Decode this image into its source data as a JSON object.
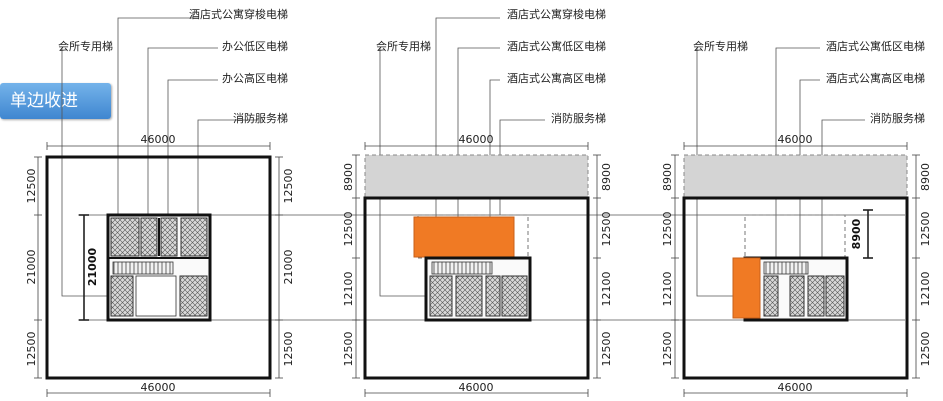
{
  "badge": "单边收进",
  "colors": {
    "highlight": "#f07a24",
    "annex": "#d4d4d4",
    "badge": "#4a90d9"
  },
  "plans": [
    {
      "labels": [
        "酒店式公寓穿梭电梯",
        "办公低区电梯",
        "办公高区电梯",
        "消防服务梯"
      ],
      "left_label": "会所专用梯",
      "width_top": "46000",
      "width_bottom": "46000",
      "left_dims": [
        "12500",
        "21000",
        "12500"
      ],
      "right_dims": [
        "12500",
        "21000",
        "12500"
      ],
      "core_dim": "21000"
    },
    {
      "labels": [
        "酒店式公寓穿梭电梯",
        "酒店式公寓低区电梯",
        "酒店式公寓高区电梯",
        "消防服务梯"
      ],
      "left_label": "会所专用梯",
      "width_top": "46000",
      "width_bottom": "46000",
      "left_dims": [
        "8900",
        "12500",
        "12100",
        "12500"
      ],
      "right_dims": [
        "8900",
        "12500",
        "12100",
        "12500"
      ]
    },
    {
      "labels": [
        "酒店式公寓低区电梯",
        "酒店式公寓高区电梯",
        "消防服务梯"
      ],
      "left_label": "会所专用梯",
      "width_top": "46000",
      "width_bottom": "46000",
      "left_dims": [
        "8900",
        "12500",
        "12100",
        "12500"
      ],
      "right_dims": [
        "8900",
        "12500",
        "12100",
        "12500"
      ],
      "core_dim": "8900"
    }
  ]
}
